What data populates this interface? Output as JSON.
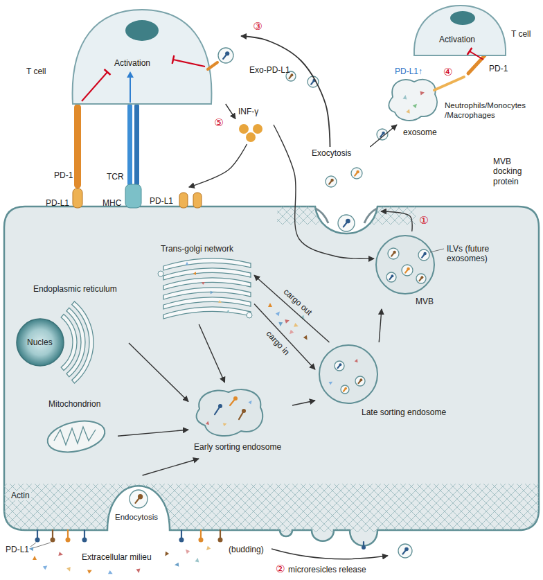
{
  "diagram": {
    "nodes": [
      {
        "text": [
          "T cell",
          "Activation"
        ]
      },
      {
        "text": [
          "T cell",
          "Activation"
        ]
      },
      {
        "text": [
          "PD-L1↑",
          "Neutrophils/Monocytes /Macrophages"
        ]
      },
      {
        "text": [
          "INF-γ"
        ]
      },
      {
        "text": [
          "Exocytosis"
        ]
      },
      {
        "text": [
          "PD-L1"
        ]
      },
      {
        "text": [
          "ILVs (future exosomes)",
          "MVB"
        ]
      },
      {
        "text": [
          "Trans-golgi network"
        ]
      },
      {
        "text": [
          "Endoplasmic reticulum"
        ]
      },
      {
        "text": [
          "Nucles"
        ],
        "in": 8
      },
      {
        "text": [
          "Late sorting endosome"
        ]
      },
      {
        "text": [
          "Mitochondrion"
        ]
      },
      {
        "text": [
          "Early sorting endosome"
        ]
      },
      {
        "text": [
          "Endocytosis"
        ]
      }
    ],
    "edges": [
      {
        "from": 0,
        "to": 3,
        "label": "⑤",
        "arrow": "to"
      },
      {
        "from": 3,
        "to": 5,
        "arrow": "to"
      },
      {
        "from": 3,
        "to": 6,
        "arrow": "to"
      },
      {
        "from": 6,
        "to": 4,
        "label": "①",
        "arrow": "to"
      },
      {
        "from": 4,
        "to": 0,
        "label": "③",
        "arrow": "to"
      },
      {
        "from": 4,
        "to": 2,
        "arrow": "to"
      },
      {
        "from": 13,
        "to": 12,
        "arrow": "to"
      },
      {
        "from": 8,
        "to": 12,
        "arrow": "to"
      },
      {
        "from": 11,
        "to": 12,
        "arrow": "to"
      },
      {
        "from": 7,
        "to": 12,
        "arrow": "to"
      },
      {
        "from": 12,
        "to": 10,
        "arrow": "to"
      },
      {
        "from": 7,
        "to": 10,
        "label": "cargo in",
        "arrow": "to"
      },
      {
        "from": 10,
        "to": 7,
        "label": "cargo out",
        "arrow": "to"
      },
      {
        "from": 10,
        "to": 6,
        "arrow": "to"
      }
    ],
    "labels": [
      "PD-1",
      "TCR",
      "PD-L1",
      "MHC",
      "Exo-PD-L1",
      "④",
      "PD-1",
      "exosome",
      "MVB docking protein",
      "Actin",
      "PD-L1",
      "Extracellular milieu",
      "(budding)",
      "②",
      "microresicles release"
    ]
  }
}
